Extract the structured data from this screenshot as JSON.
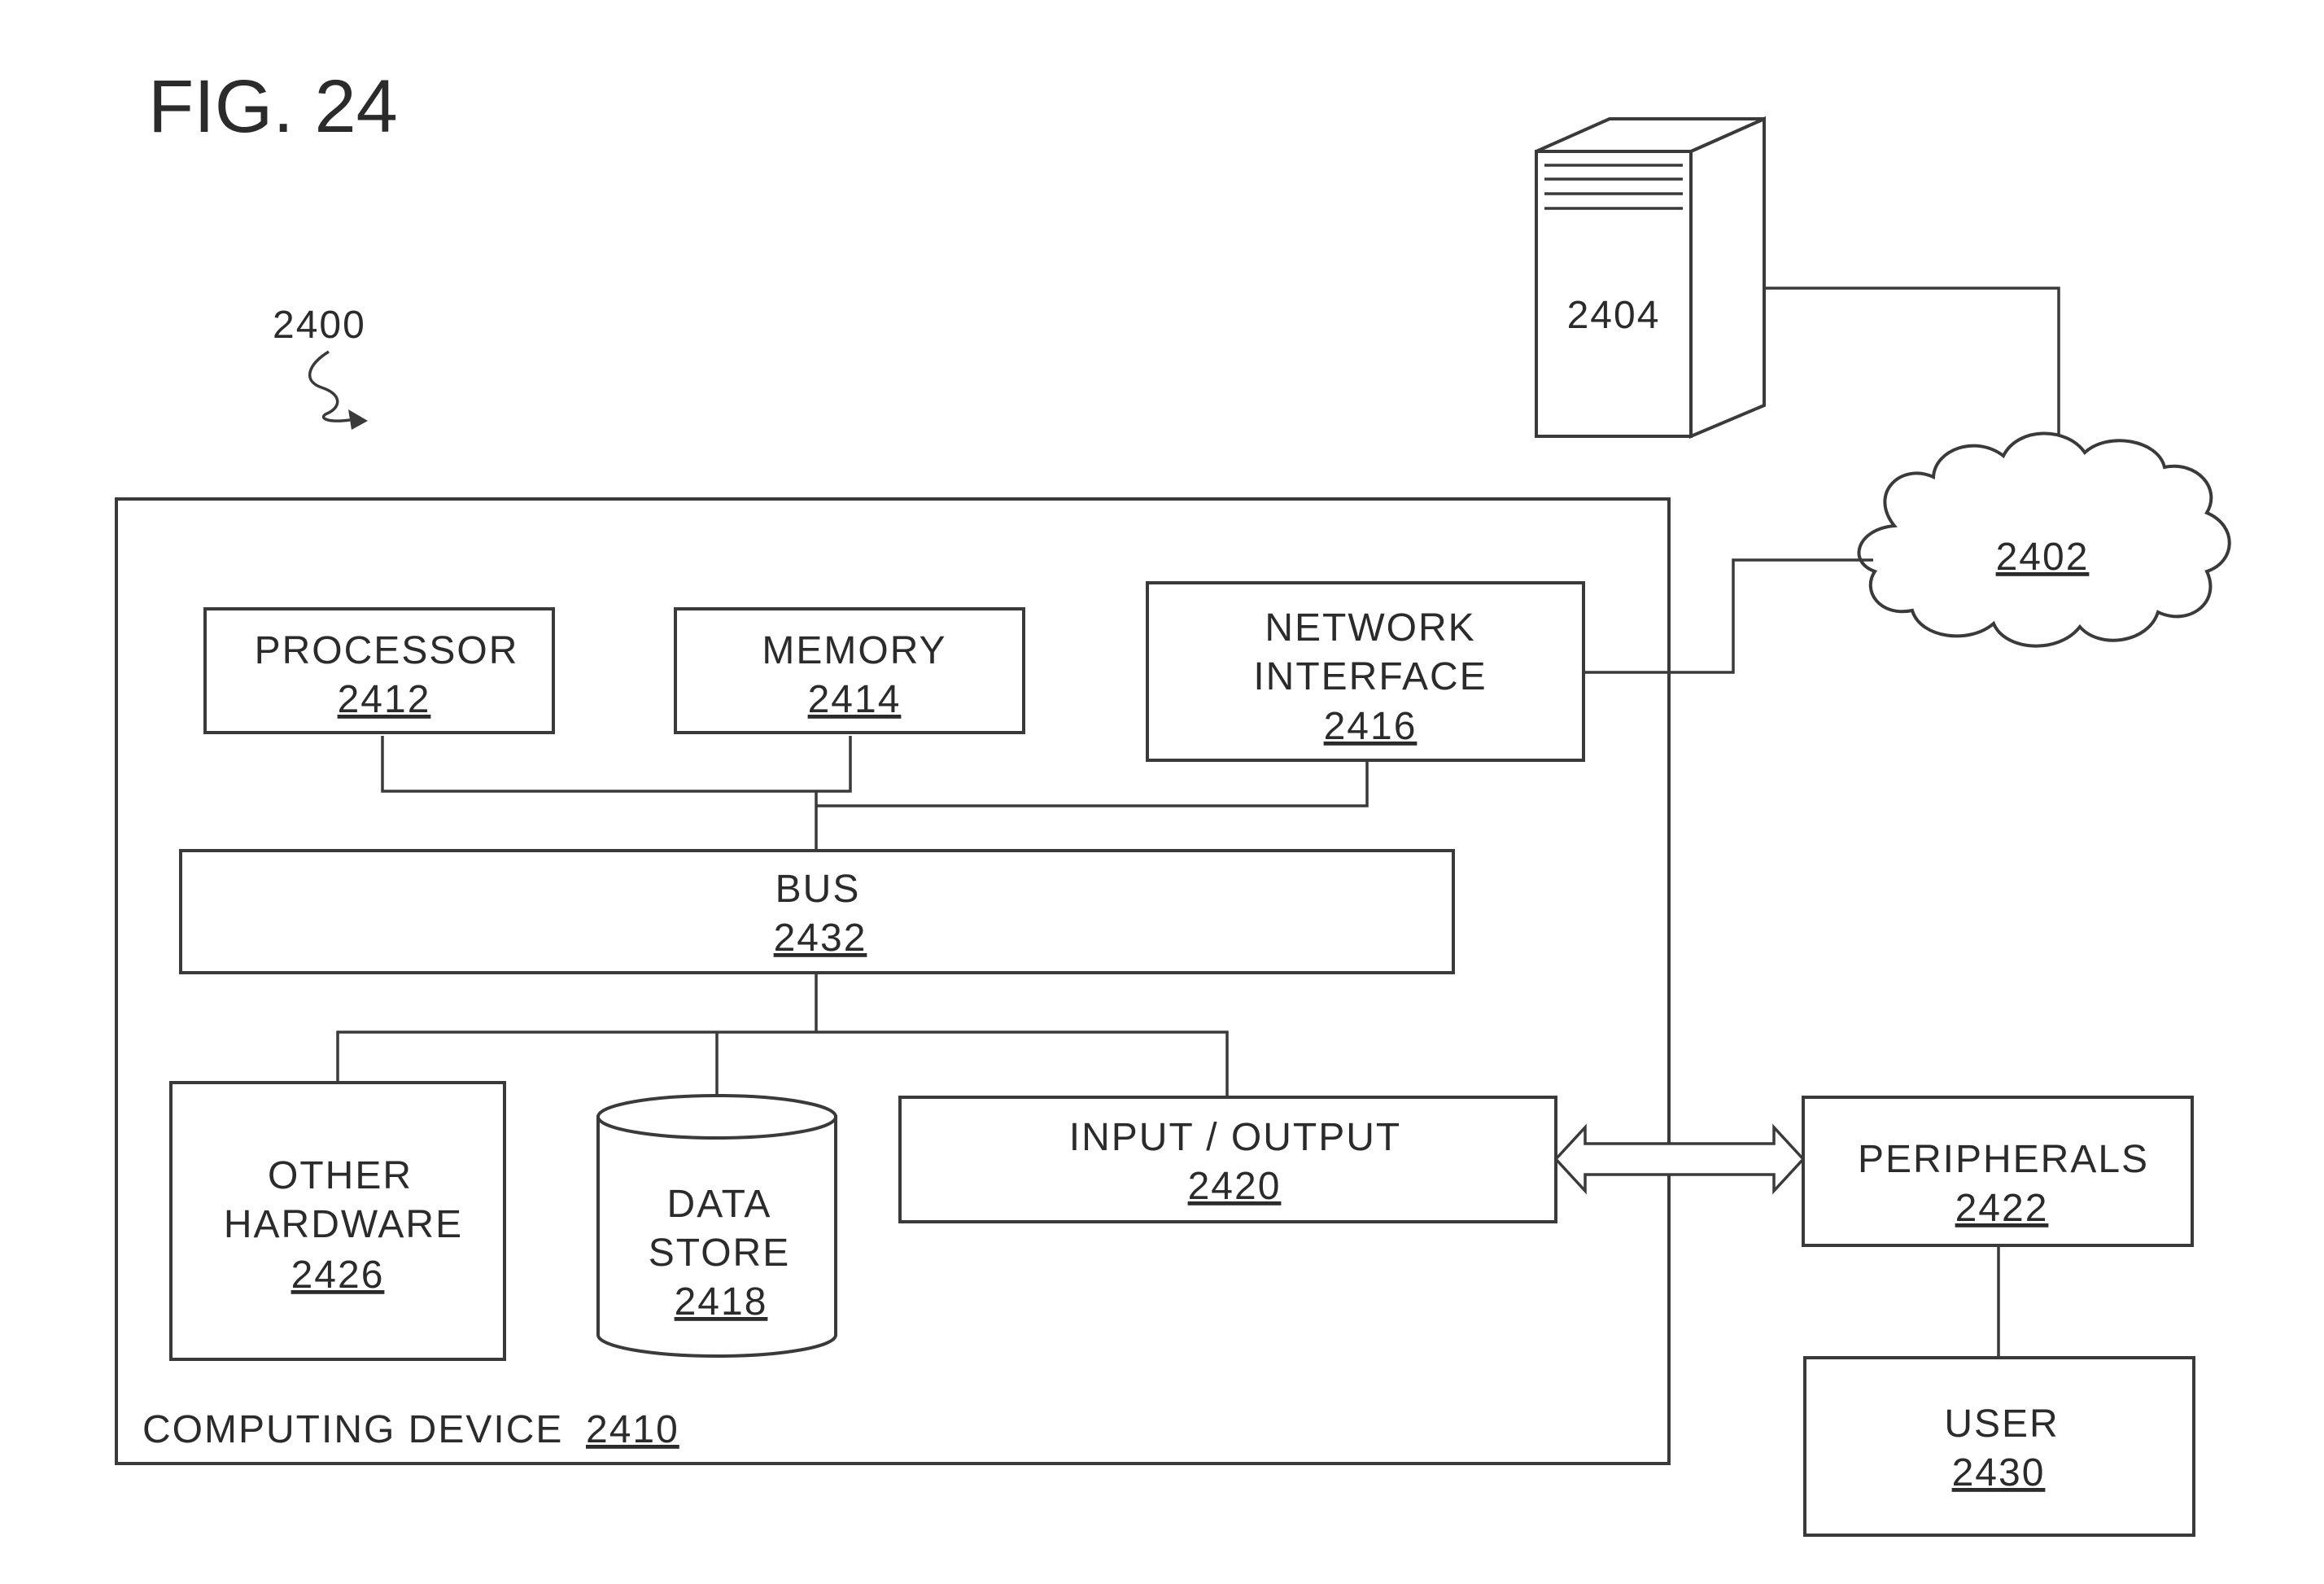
{
  "figure": {
    "title": "FIG. 24",
    "system_ref": "2400"
  },
  "computing_device": {
    "label": "COMPUTING DEVICE",
    "ref": "2410"
  },
  "processor": {
    "label": "PROCESSOR",
    "ref": "2412"
  },
  "memory": {
    "label": "MEMORY",
    "ref": "2414"
  },
  "network_interface": {
    "label_line1": "NETWORK",
    "label_line2": "INTERFACE",
    "ref": "2416"
  },
  "bus": {
    "label": "BUS",
    "ref": "2432"
  },
  "other_hardware": {
    "label_line1": "OTHER",
    "label_line2": "HARDWARE",
    "ref": "2426"
  },
  "data_store": {
    "label_line1": "DATA",
    "label_line2": "STORE",
    "ref": "2418"
  },
  "input_output": {
    "label": "INPUT / OUTPUT",
    "ref": "2420"
  },
  "server": {
    "ref": "2404"
  },
  "network_cloud": {
    "ref": "2402"
  },
  "peripherals": {
    "label": "PERIPHERALS",
    "ref": "2422"
  },
  "user": {
    "label": "USER",
    "ref": "2430"
  }
}
